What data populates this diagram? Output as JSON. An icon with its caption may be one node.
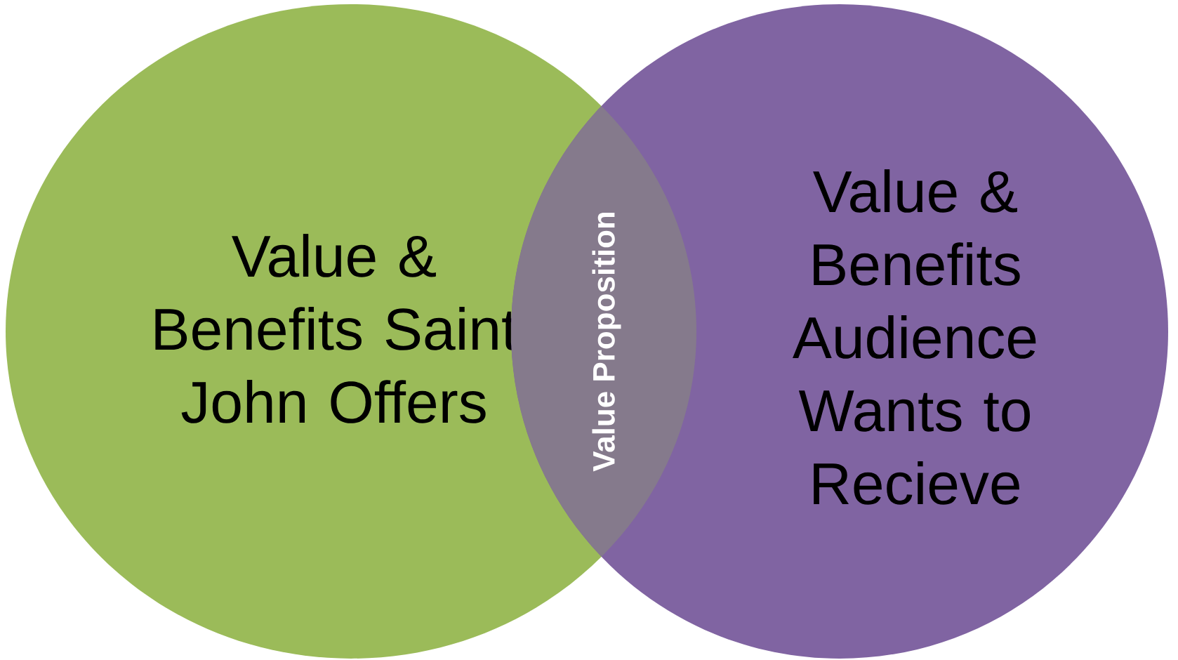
{
  "diagram": {
    "nodes": [
      {
        "text": [
          "Value & Benefits Saint John Offers"
        ]
      },
      {
        "text": [
          "Value Proposition"
        ]
      },
      {
        "text": [
          "Value & Benefits Audience Wants to Recieve"
        ]
      }
    ]
  }
}
